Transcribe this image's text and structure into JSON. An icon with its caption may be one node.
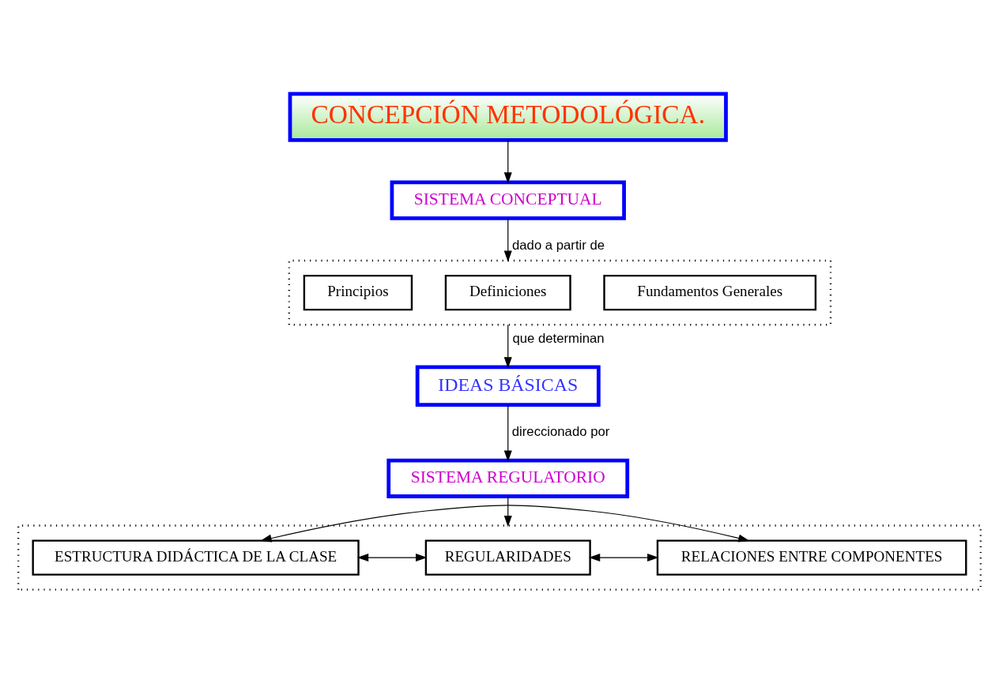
{
  "diagram": {
    "nodes": [
      {
        "text": [
          "CONCEPCIÓN METODOLÓGICA."
        ]
      },
      {
        "text": [
          "SISTEMA CONCEPTUAL"
        ]
      },
      {
        "text": [],
        "shape": "box"
      },
      {
        "text": [
          "Fundamentos Generales"
        ],
        "in": 2
      },
      {
        "text": [
          "Definiciones"
        ],
        "in": 2
      },
      {
        "text": [
          "Principios"
        ],
        "in": 2
      },
      {
        "text": [
          "IDEAS BÁSICAS"
        ]
      },
      {
        "text": [
          "SISTEMA REGULATORIO"
        ]
      },
      {
        "text": [],
        "shape": "box"
      },
      {
        "text": [
          "RELACIONES ENTRE COMPONENTES"
        ],
        "in": 8
      },
      {
        "text": [
          "REGULARIDADES"
        ],
        "in": 8
      },
      {
        "text": [
          "ESTRUCTURA DIDÁCTICA DE LA CLASE"
        ],
        "in": 8
      }
    ],
    "edges": [
      {
        "from": 0,
        "to": 1,
        "arrow": "to"
      },
      {
        "from": 1,
        "to": 2,
        "arrow": "to",
        "label": "dado a partir de"
      },
      {
        "from": 2,
        "to": 6,
        "arrow": "to",
        "label": "que determinan"
      },
      {
        "from": 6,
        "to": 7,
        "arrow": "to",
        "label": "direccionado por"
      },
      {
        "from": 7,
        "to": 8,
        "arrow": "to"
      },
      {
        "from": 9,
        "to": 10,
        "arrow": "both"
      },
      {
        "from": 10,
        "to": 11,
        "arrow": "both"
      },
      {
        "from": 9,
        "to": 11,
        "arrow": "both"
      }
    ]
  }
}
